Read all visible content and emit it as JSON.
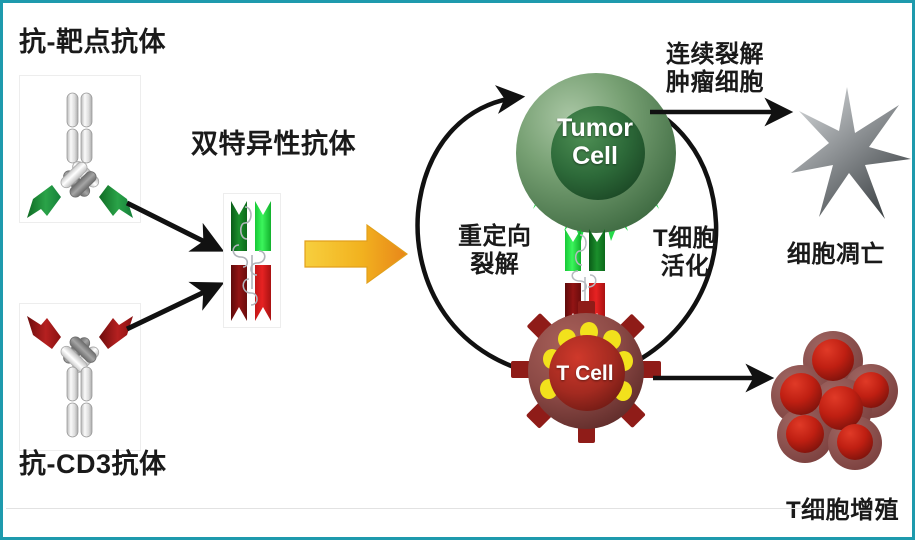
{
  "figure": {
    "title": "Bispecific antibody T-cell redirection mechanism",
    "border_color": "#1e9aad",
    "background": "#ffffff"
  },
  "left_panel": {
    "anti_target_label": "抗-靶点抗体",
    "anti_cd3_label": "抗-CD3抗体",
    "antibody_target": {
      "name": "anti-target-antibody",
      "tip_color": "#1f9d3f",
      "arm_color": "#9a9a9a",
      "stem_color": "#d8d8d8"
    },
    "antibody_cd3": {
      "name": "anti-cd3-antibody",
      "tip_color": "#9e1515",
      "arm_color": "#9a9a9a",
      "stem_color": "#d8d8d8"
    }
  },
  "center_panel": {
    "bispecific_label": "双特异性抗体",
    "bispecific": {
      "green_dark": "#137a27",
      "green_bright": "#19e23d",
      "red_dark": "#7d0f0f",
      "red_bright": "#d41717",
      "linker_color": "#b8bcc2"
    },
    "process_arrow": {
      "name": "process-arrow",
      "color_start": "#f5c32c",
      "color_end": "#e8881a"
    }
  },
  "cycle": {
    "tumor_cell": {
      "label": "Tumor\nCell",
      "outer_color": "#6f9a6d",
      "inner_color": "#2f6b3a",
      "receptor_color": "#25d94a"
    },
    "t_cell": {
      "label": "T Cell",
      "body_color": "#8c4a46",
      "inner_color": "#a32a20",
      "spike_color": "#8f1c18",
      "granule_color": "#f2e11c"
    },
    "left_arc_label": "重定向\n裂解",
    "right_arc_label": "T细胞\n活化",
    "arc_color": "#111111"
  },
  "right_panel": {
    "continuous_lysis_label": "连续裂解\n肿瘤细胞",
    "apoptosis_label": "细胞凋亡",
    "proliferation_label": "T细胞增殖",
    "apoptotic_cell": {
      "name": "apoptotic-cell",
      "color_light": "#b9bcbe",
      "color_dark": "#3c4042"
    },
    "proliferating_cells": {
      "name": "t-cell-cluster",
      "count": 6,
      "outer_color": "#8a4a4a",
      "inner_color": "#c21f14"
    }
  }
}
